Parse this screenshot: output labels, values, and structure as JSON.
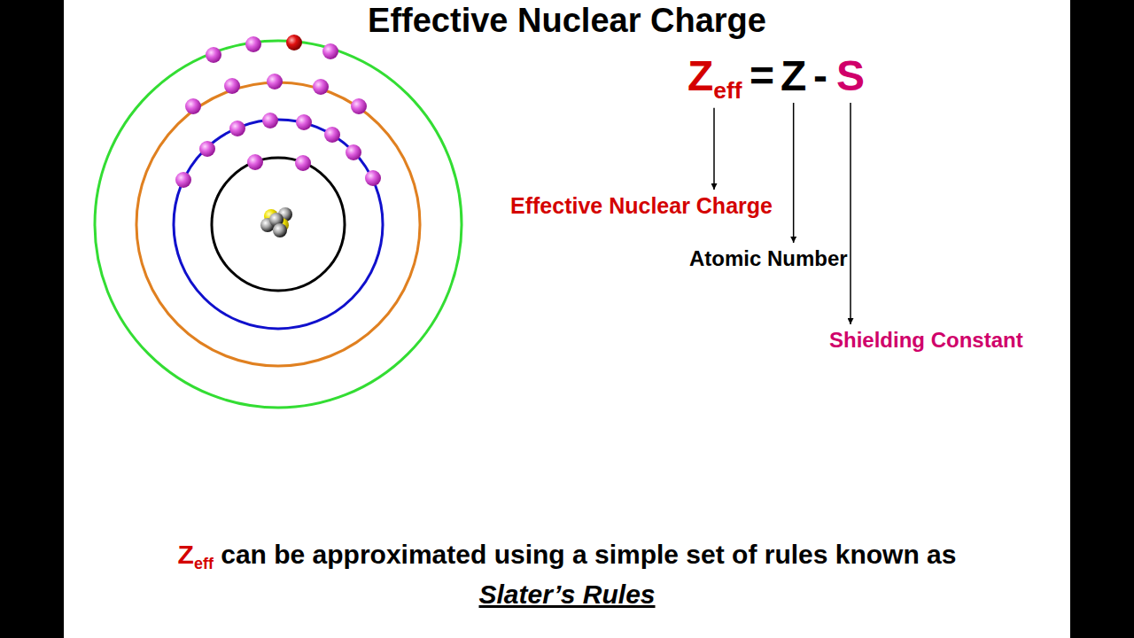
{
  "diagram": {
    "title": "Effective Nuclear Charge",
    "nodes": [
      {
        "text": [
          "Z",
          "eff"
        ]
      },
      {
        "text": [
          "Z"
        ]
      },
      {
        "text": [
          "S"
        ]
      },
      {
        "text": [
          "Effective Nuclear Charge"
        ]
      },
      {
        "text": [
          "Atomic Number"
        ]
      },
      {
        "text": [
          "Shielding Constant"
        ]
      }
    ],
    "edges": [
      {
        "from": 0,
        "to": 3,
        "arrow": "to"
      },
      {
        "from": 1,
        "to": 4,
        "arrow": "to"
      },
      {
        "from": 2,
        "to": 5,
        "arrow": "to"
      }
    ],
    "labels": [
      "=",
      "-",
      "Z",
      "eff",
      "can be approximated using a simple set of rules known as",
      "Slater’s Rules"
    ]
  }
}
